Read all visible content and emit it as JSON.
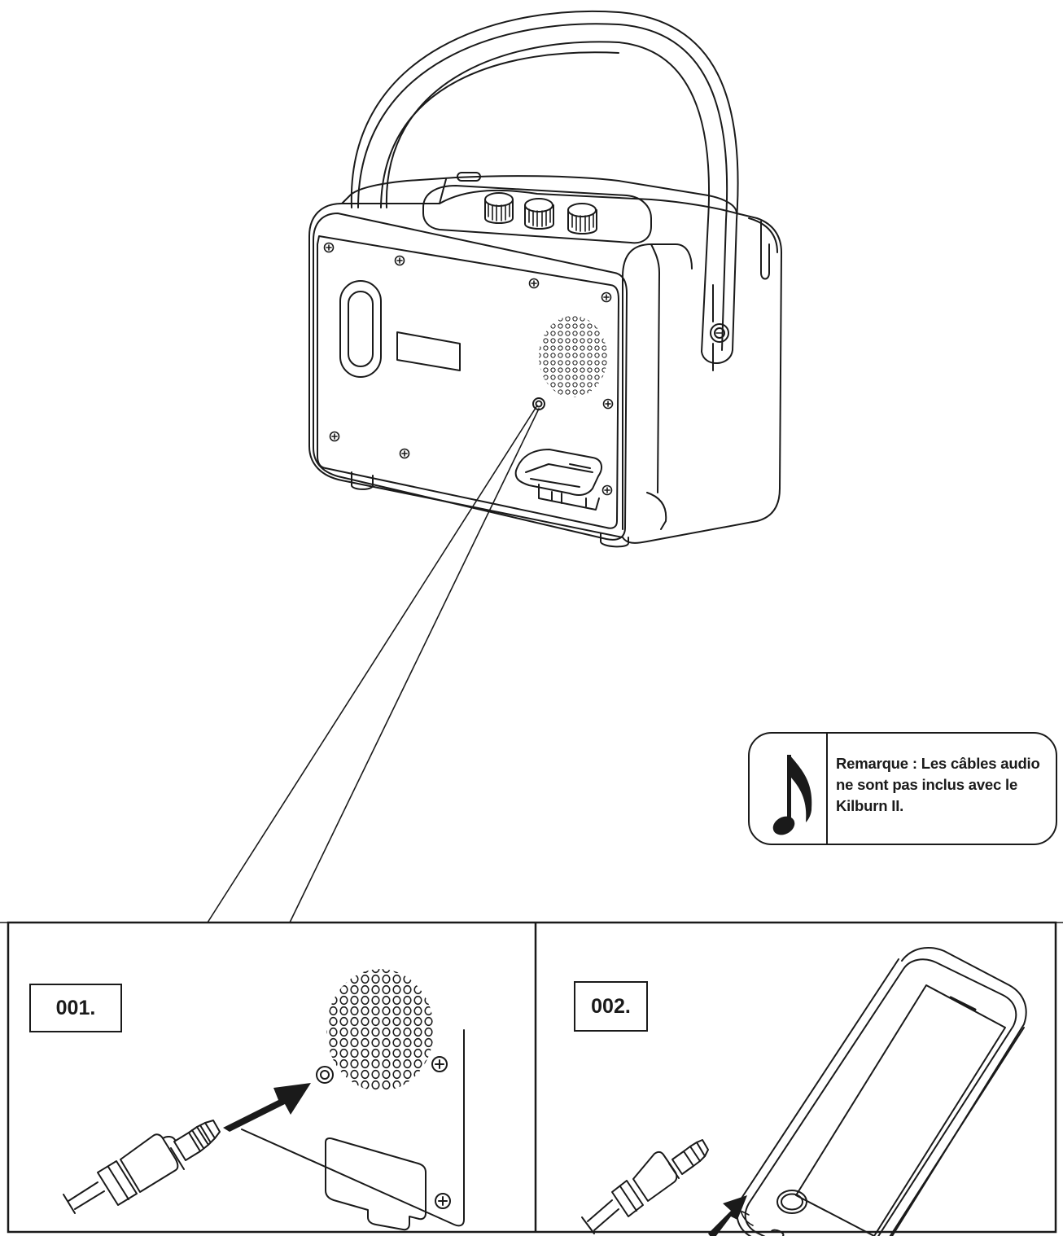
{
  "note": {
    "icon": "music-note-icon",
    "text": "Remarque : Les câbles audio ne sont pas inclus avec le Kilburn II."
  },
  "steps": [
    {
      "label": "001."
    },
    {
      "label": "002."
    }
  ],
  "colors": {
    "line": "#1a1a1a",
    "background": "#ffffff"
  }
}
